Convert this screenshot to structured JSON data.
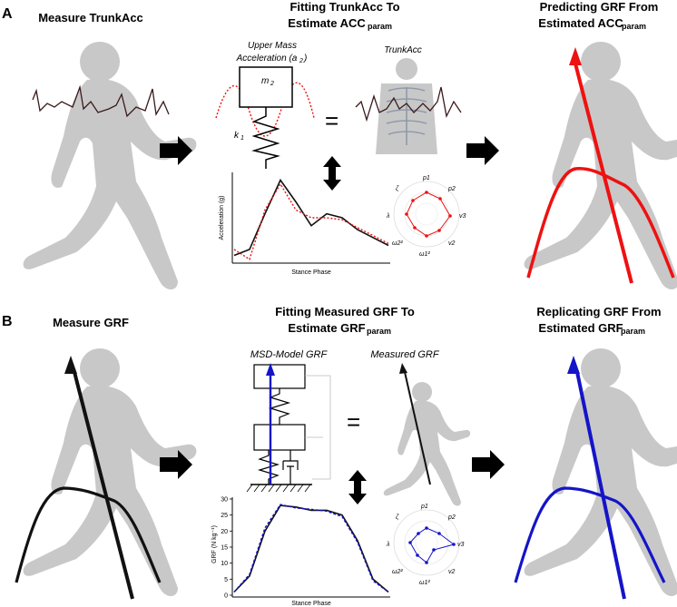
{
  "panelA": {
    "letter": "A",
    "col1_title": "Measure TrunkAcc",
    "col2_title_line1": "Fitting TrunkAcc To",
    "col2_title_line2": "Estimate ACC",
    "col2_title_sub": "param",
    "col3_title_line1": "Predicting GRF From",
    "col3_title_line2": "Estimated ACC",
    "col3_title_sub": "param",
    "model_label_line1": "Upper Mass",
    "model_label_line2": "Acceleration (a",
    "model_label_sub": "2",
    "model_label_end": ")",
    "trunk_label": "TrunkAcc",
    "mass_label": "m",
    "mass_sub": "2",
    "spring_label": "k",
    "spring_sub": "1",
    "equals": "=",
    "chart_ylabel": "Acceleration (g)",
    "chart_xlabel": "Stance Phase",
    "radar_labels": [
      "p1",
      "p2",
      "v3",
      "v2",
      "ω1²",
      "ω2²",
      "λ",
      "ζ"
    ]
  },
  "panelB": {
    "letter": "B",
    "col1_title": "Measure GRF",
    "col2_title_line1": "Fitting Measured GRF To",
    "col2_title_line2": "Estimate GRF",
    "col2_title_sub": "param",
    "col3_title_line1": "Replicating GRF From",
    "col3_title_line2": "Estimated GRF",
    "col3_title_sub": "param",
    "model_title": "MSD-Model GRF",
    "measured_title": "Measured GRF",
    "equals": "=",
    "chart_ylabel": "GRF (N kg⁻¹)",
    "chart_xlabel": "Stance Phase",
    "chart_yticks": [
      "0",
      "5",
      "10",
      "15",
      "20",
      "25",
      "30"
    ],
    "radar_labels": [
      "p1",
      "p2",
      "v3",
      "v2",
      "ω1²",
      "ω2²",
      "λ",
      "ζ"
    ]
  },
  "colors": {
    "red": "#ee1111",
    "blue": "#1414c8",
    "body": "#c8c8c8",
    "black": "#111111"
  },
  "chart_data": [
    {
      "type": "line",
      "series": [
        {
          "values": [
            -0.9,
            -0.6,
            1.2,
            2.9,
            1.8,
            0.6,
            1.2,
            1.0,
            0.4,
            0.0,
            -0.4
          ]
        },
        {
          "values": [
            -0.6,
            -1.1,
            1.4,
            2.7,
            1.4,
            1.0,
            1.0,
            0.9,
            0.5,
            0.1,
            -0.3
          ]
        }
      ],
      "ylim": [
        -1.2,
        3.2
      ]
    },
    {
      "type": "line",
      "series": [
        {
          "values": [
            1,
            6,
            20,
            28,
            27.5,
            26.5,
            26.5,
            25,
            17,
            5,
            1
          ]
        },
        {
          "values": [
            1,
            6.5,
            21,
            28.3,
            27.2,
            26.8,
            26.2,
            24.5,
            16.5,
            4.5,
            1
          ]
        }
      ],
      "ylim": [
        0,
        30
      ]
    }
  ]
}
